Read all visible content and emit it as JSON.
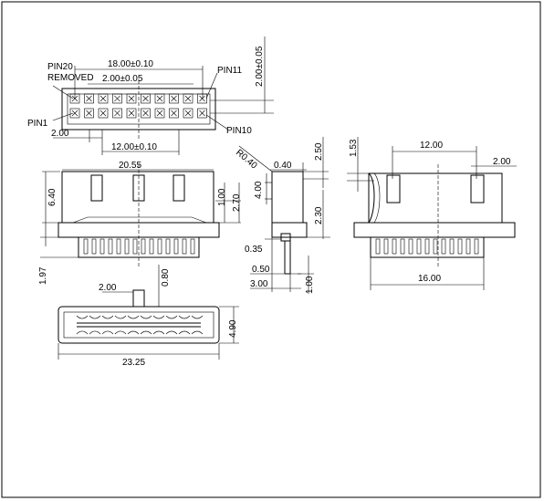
{
  "drawing": {
    "top_view": {
      "pin20_label": "PIN20",
      "removed_label": "REMOVED",
      "pin1_label": "PIN1",
      "pin11_label": "PIN11",
      "pin10_label": "PIN10",
      "dim_overall": "18.00±0.10",
      "dim_pitch_row": "2.00±0.05",
      "dim_row_spacing": "2.00±0.05",
      "dim_pin_offset": "2.00",
      "dim_center": "12.00±0.10"
    },
    "front_view": {
      "dim_width": "20.55",
      "dim_height": "6.40",
      "dim_1_00": "1.00",
      "dim_2_70": "2.70",
      "dim_1_97": "1.97",
      "dim_2_00": "2.00",
      "dim_0_80": "0.80"
    },
    "side_view": {
      "dim_r040": "R0.40",
      "dim_0_40": "0.40",
      "dim_2_50": "2.50",
      "dim_4_00": "4.00",
      "dim_2_30": "2.30",
      "dim_0_35": "0.35",
      "dim_0_50": "0.50",
      "dim_3_00": "3.00",
      "dim_1_00": "1.00"
    },
    "right_view": {
      "dim_1_53": "1.53",
      "dim_12_00": "12.00",
      "dim_2_00": "2.00",
      "dim_16_00": "16.00"
    },
    "bottom_view": {
      "dim_width": "23.25",
      "dim_height": "4.90"
    }
  }
}
